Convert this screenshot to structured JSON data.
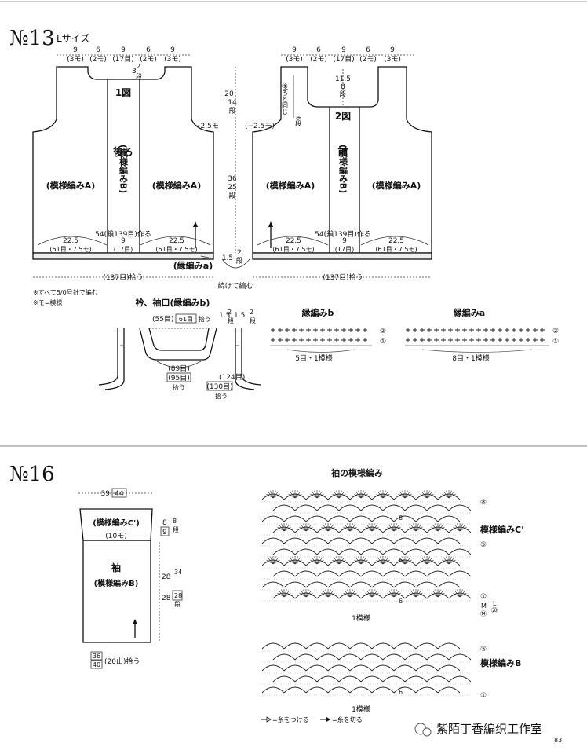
{
  "pattern13": {
    "num": "№13",
    "size": "Lサイズ",
    "back": {
      "fig": "1図",
      "title": "後ろ",
      "center": "(模様編みB)",
      "side_left": "(模様編みA)",
      "side_right": "(模様編みA)"
    },
    "front": {
      "fig": "2図",
      "title": "前",
      "center": "(模様編みB)",
      "side_left": "(模様編みA)",
      "side_right": "(模様編みA)"
    },
    "top_dims": [
      "9",
      "6",
      "9",
      "6",
      "9"
    ],
    "top_counts": [
      "(3モ)",
      "(2モ)",
      "(17目)",
      "(2モ)",
      "(3モ)"
    ],
    "back_neck": [
      "3",
      "2",
      "段"
    ],
    "front_neck": [
      "11.5",
      "8",
      "段"
    ],
    "same_as_back": "後ろと同じ",
    "rows6": "6段",
    "armhole": "−2.5モ",
    "armhole_front": "(−2.5モ)",
    "dim_yoke": [
      "20",
      "14",
      "段"
    ],
    "dim_body": [
      "36",
      "25",
      "段"
    ],
    "dim_border": [
      "1.5",
      "2",
      "段"
    ],
    "chain_line": "54(鎖139目)作る",
    "bottom_dims": [
      "22.5",
      "9",
      "22.5"
    ],
    "bottom_counts": [
      "(61目・7.5モ)",
      "(17目)",
      "(61目・7.5モ)"
    ],
    "border_a": "(縁編みa)",
    "pickup_137": "(137目)拾う",
    "continue": "続けて編む",
    "note1": "※すべて5/0号針で編む",
    "note2": "※モ=模様",
    "collar_title": "衿、袖口(縁編みb)",
    "collar_pick1": "(55目)",
    "collar_pick1b": "61目",
    "collar_pick_suffix": "拾う",
    "collar_side": [
      "1.5",
      "2",
      "段"
    ],
    "collar_pick2a": "(89目)",
    "collar_pick2b": "(95目)",
    "collar_pick2c": "拾う",
    "cuff_pick_a": "(124目)",
    "cuff_pick_b": "(130目)",
    "cuff_pick_c": "拾う",
    "edge_b": {
      "title": "縁編みb",
      "note": "5目・1模様",
      "rows": [
        "②",
        "①"
      ]
    },
    "edge_a": {
      "title": "縁編みa",
      "note": "8目・1模様",
      "rows": [
        "②",
        "①"
      ]
    }
  },
  "pattern16": {
    "num": "№16",
    "width": "39",
    "width_alt": "44",
    "top_label": "(模様編みC')",
    "top_count": "(10モ)",
    "rows_top": [
      "8",
      "9",
      "8",
      "段"
    ],
    "title": "袖",
    "body_label": "(模様編みB)",
    "rows_body": [
      "28",
      "34",
      "28",
      "28",
      "段"
    ],
    "bottom_a": "36",
    "bottom_b": "40",
    "bottom_c": "(20山)拾う",
    "chart_title": "袖の模様編み",
    "label_c": "模様編みC'",
    "label_b": "模様編みB",
    "repeat": "1模様",
    "repeat2": "1模様",
    "row_marks_c": [
      "⑧",
      "⑤",
      "①"
    ],
    "row_marks_b": [
      "⑤",
      "①"
    ],
    "size_marks": [
      "M",
      "L",
      "⑭",
      "⑳"
    ],
    "six": "6",
    "legend1": "=糸をつける",
    "legend2": "=糸を切る"
  },
  "watermark": "紫陌丁香編织工作室",
  "page_no": "83"
}
